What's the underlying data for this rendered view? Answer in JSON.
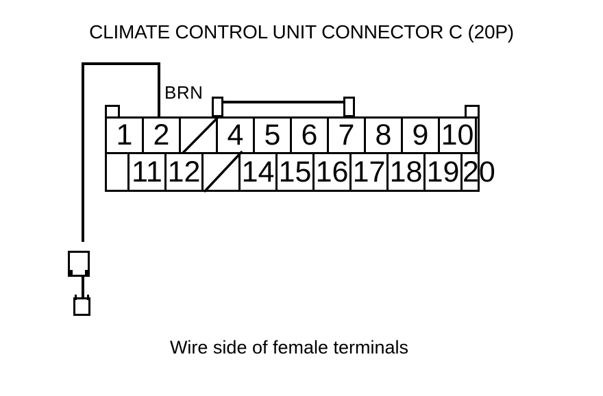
{
  "diagram": {
    "title": "CLIMATE CONTROL UNIT CONNECTOR C (20P)",
    "caption": "Wire side of female terminals",
    "wire": {
      "label": "BRN",
      "color_hex": "#000000"
    },
    "connector": {
      "top_row": [
        "1",
        "2",
        "",
        "4",
        "5",
        "6",
        "7",
        "8",
        "9",
        "10"
      ],
      "bottom_row": [
        "11",
        "12",
        "",
        "14",
        "15",
        "16",
        "17",
        "18",
        "19",
        "20"
      ],
      "crossed_slots": [
        "3",
        "13"
      ],
      "line_color_hex": "#000000",
      "background_hex": "#ffffff"
    }
  }
}
